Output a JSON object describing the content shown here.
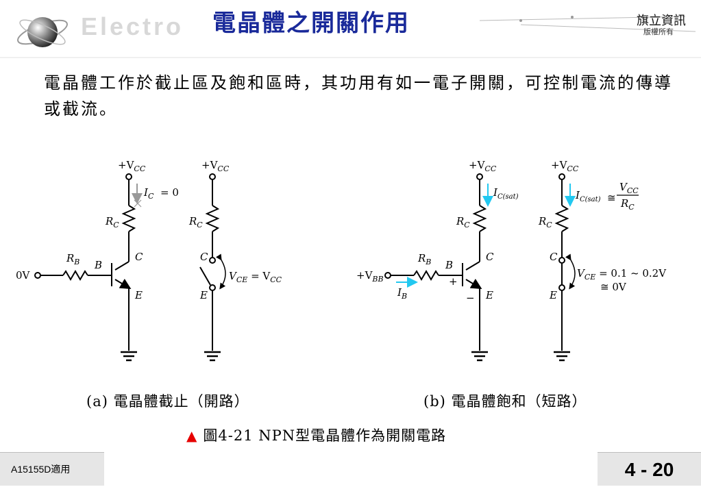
{
  "header": {
    "brand": "Electro",
    "title": "電晶體之開關作用",
    "publisher": "旗立資訊",
    "rights": "版權所有"
  },
  "body_text": "電晶體工作於截止區及飽和區時，其功用有如一電子開關，可控制電流的傳導或截流。",
  "captions": {
    "a": "(a) 電晶體截止（開路）",
    "b": "(b) 電晶體飽和（短路）",
    "figure_marker": "▲",
    "figure": "圖4-21  NPN型電晶體作為開關電路"
  },
  "footer": {
    "left": "A15155D適用",
    "page": "4 - 20"
  },
  "labels": {
    "vcc": "+V",
    "cc": "CC",
    "i": "I",
    "c": "C",
    "b": "B",
    "e": "E",
    "r": "R",
    "v": "V",
    "ic_zero": "= 0",
    "csat": "C(sat)",
    "zero_v": "0V",
    "vbb": "+V",
    "bb": "BB",
    "ce": "CE",
    "eq_vcc": "= V",
    "approx": "≅",
    "sat_v1": "= 0.1 ~ 0.2V",
    "sat_v2": "≅ 0V",
    "plus": "+",
    "minus": "−"
  },
  "colors": {
    "title": "#1a2a9a",
    "current_arrow": "#22c8f0",
    "marker": "#e60000",
    "grey_arrow": "#999999"
  }
}
